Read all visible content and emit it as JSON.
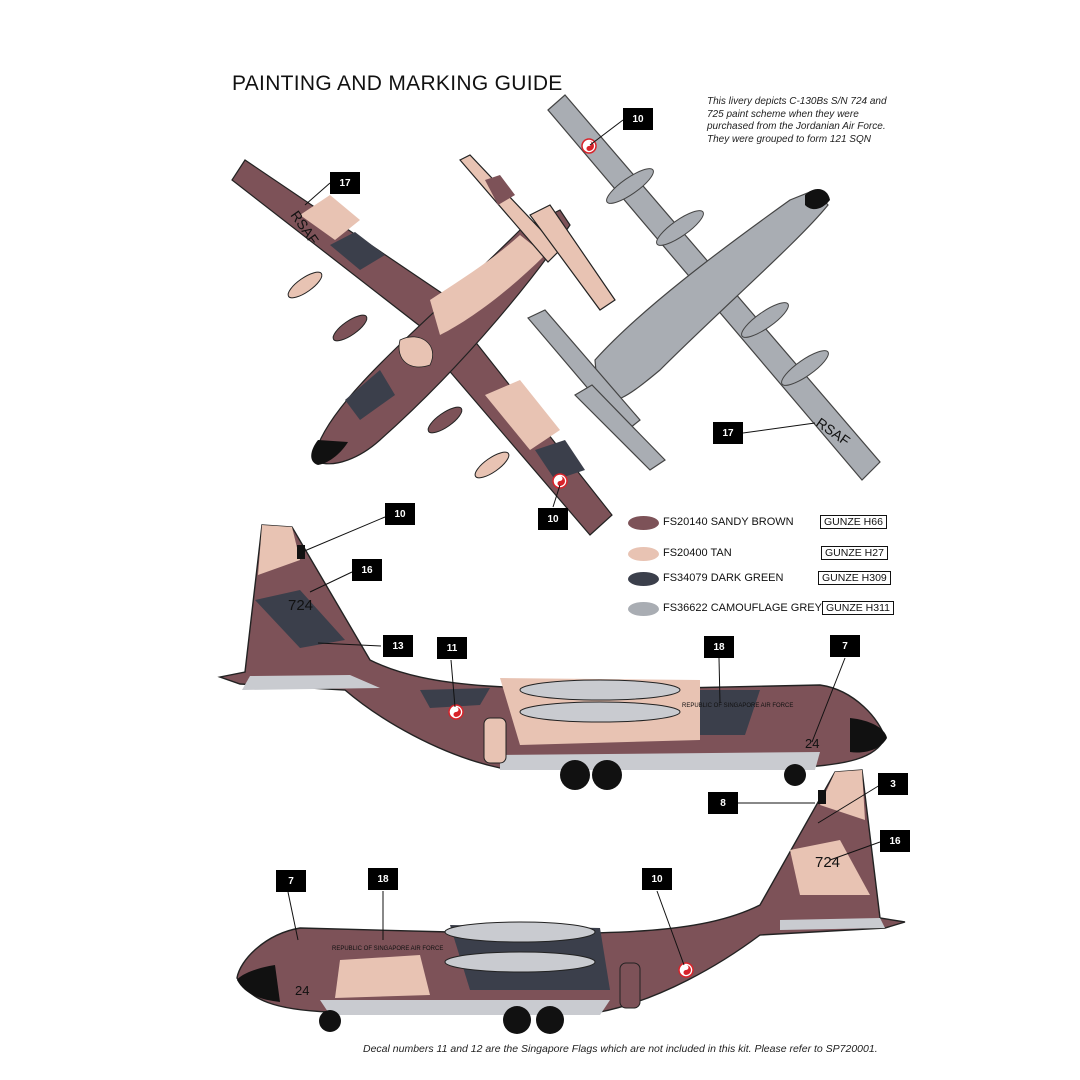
{
  "title": "PAINTING AND MARKING GUIDE",
  "note_lines": [
    "This  livery depicts C-130Bs S/N 724 and",
    "725 paint scheme when they were",
    "purchased from the Jordanian Air Force.",
    "They were grouped to form 121 SQN"
  ],
  "footer": "Decal numbers 11 and 12 are the Singapore Flags which are not included in this kit. Please refer to SP720001.",
  "legend": [
    {
      "name": "FS20140 SANDY BROWN",
      "code": "GUNZE H66",
      "color": "#7d5258"
    },
    {
      "name": "FS20400 TAN",
      "code": "GUNZE H27",
      "color": "#e8c3b3"
    },
    {
      "name": "FS34079 DARK GREEN",
      "code": "GUNZE H309",
      "color": "#3b3f4b"
    },
    {
      "name": "FS36622 CAMOUFLAGE GREY",
      "code": "GUNZE H311",
      "color": "#a9adb3"
    }
  ],
  "callouts": {
    "top_view_17": "17",
    "top_view_10": "10",
    "bottom_view_10": "10",
    "bottom_view_17": "17",
    "left_10": "10",
    "left_16": "16",
    "left_13": "13",
    "left_11": "11",
    "left_18": "18",
    "left_7": "7",
    "right_3": "3",
    "right_8": "8",
    "right_16": "16",
    "right_7": "7",
    "right_18": "18",
    "right_10": "10"
  },
  "markings": {
    "rsaf": "RSAF",
    "serial": "724",
    "nose_number": "24",
    "fuselage_text": "REPUBLIC OF SINGAPORE AIR FORCE"
  },
  "colors": {
    "sandy_brown": "#7d5258",
    "tan": "#e8c3b3",
    "dark_green": "#3b3f4b",
    "camo_grey": "#a9adb3",
    "belly_grey": "#c9cbd0",
    "roundel_red": "#d8232a"
  }
}
